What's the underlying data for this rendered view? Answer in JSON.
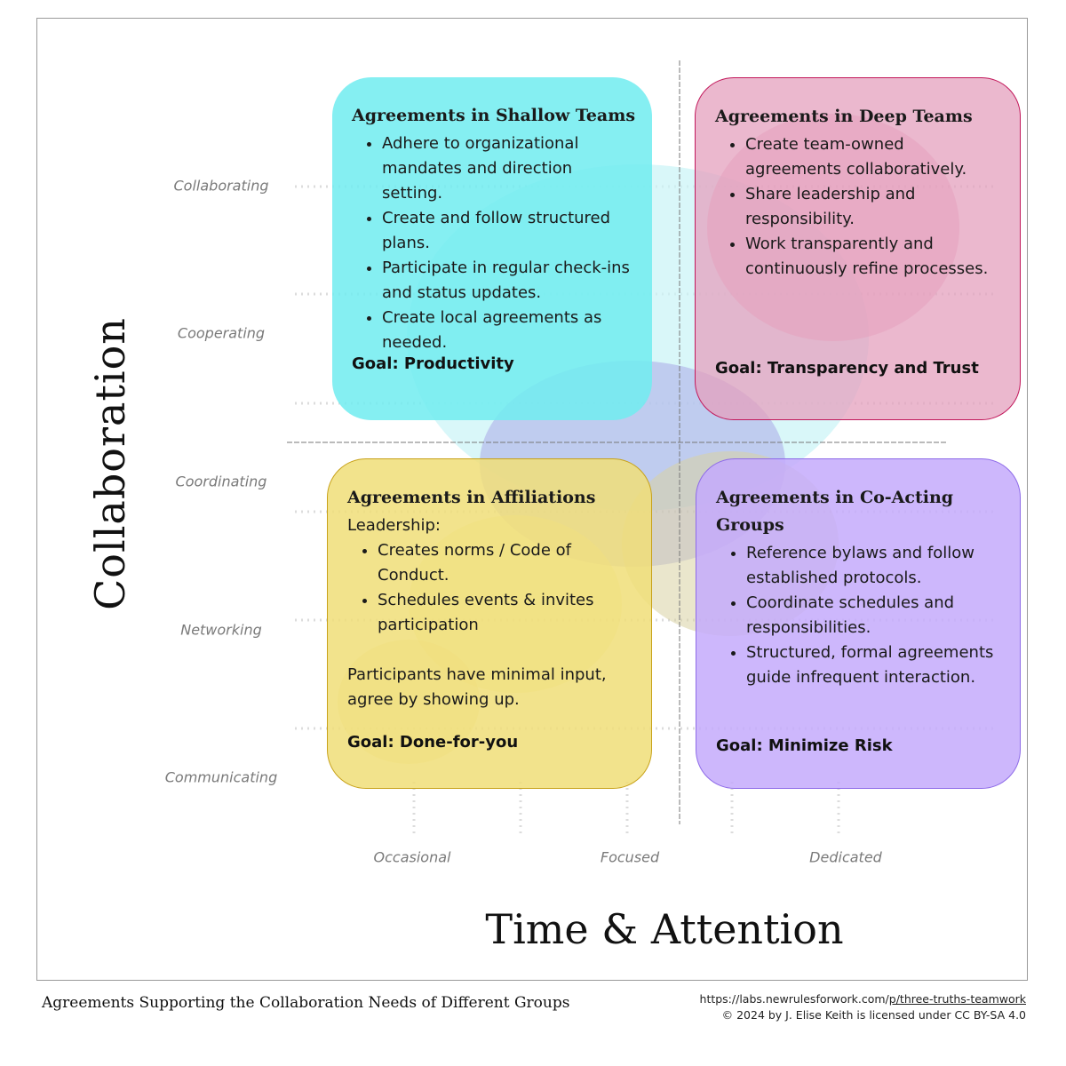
{
  "axes": {
    "y_title": "Collaboration",
    "x_title": "Time & Attention",
    "y_ticks": [
      "Collaborating",
      "Cooperating",
      "Coordinating",
      "Networking",
      "Communicating"
    ],
    "x_ticks": [
      "Occasional",
      "Focused",
      "Dedicated"
    ]
  },
  "quadrants": {
    "shallow": {
      "title": "Agreements in Shallow Teams",
      "items": [
        "Adhere to organizational mandates and direction setting.",
        "Create and follow structured plans.",
        "Participate in regular check-ins and status updates.",
        "Create local agreements as needed."
      ],
      "goal": "Goal: Productivity"
    },
    "deep": {
      "title": "Agreements in Deep Teams",
      "items": [
        "Create team-owned agreements collaboratively.",
        "Share leadership and responsibility.",
        "Work transparently and continuously refine processes."
      ],
      "goal": "Goal: Transparency and Trust"
    },
    "affiliations": {
      "title": "Agreements in Affiliations",
      "intro": "Leadership:",
      "items": [
        "Creates norms / Code of Conduct.",
        "Schedules events & invites participation"
      ],
      "note": "Participants have minimal input, agree by showing up.",
      "goal": "Goal: Done-for-you"
    },
    "coacting": {
      "title": "Agreements in Co-Acting Groups",
      "items": [
        "Reference bylaws and follow established protocols.",
        "Coordinate schedules and responsibilities.",
        "Structured, formal agreements guide infrequent interaction."
      ],
      "goal": "Goal: Minimize Risk"
    }
  },
  "footer": {
    "caption": "Agreements Supporting the Collaboration Needs of Different Groups",
    "url_prefix": "https://labs.newrulesforwork.com/",
    "url_path": "p/three-truths-teamwork",
    "license": "© 2024 by J. Elise Keith is licensed under CC BY-SA 4.0"
  },
  "colors": {
    "shallow": "#70ecf0",
    "deep": "#e4a0be",
    "affiliations": "#f0de78",
    "coacting": "#c4aafc"
  }
}
